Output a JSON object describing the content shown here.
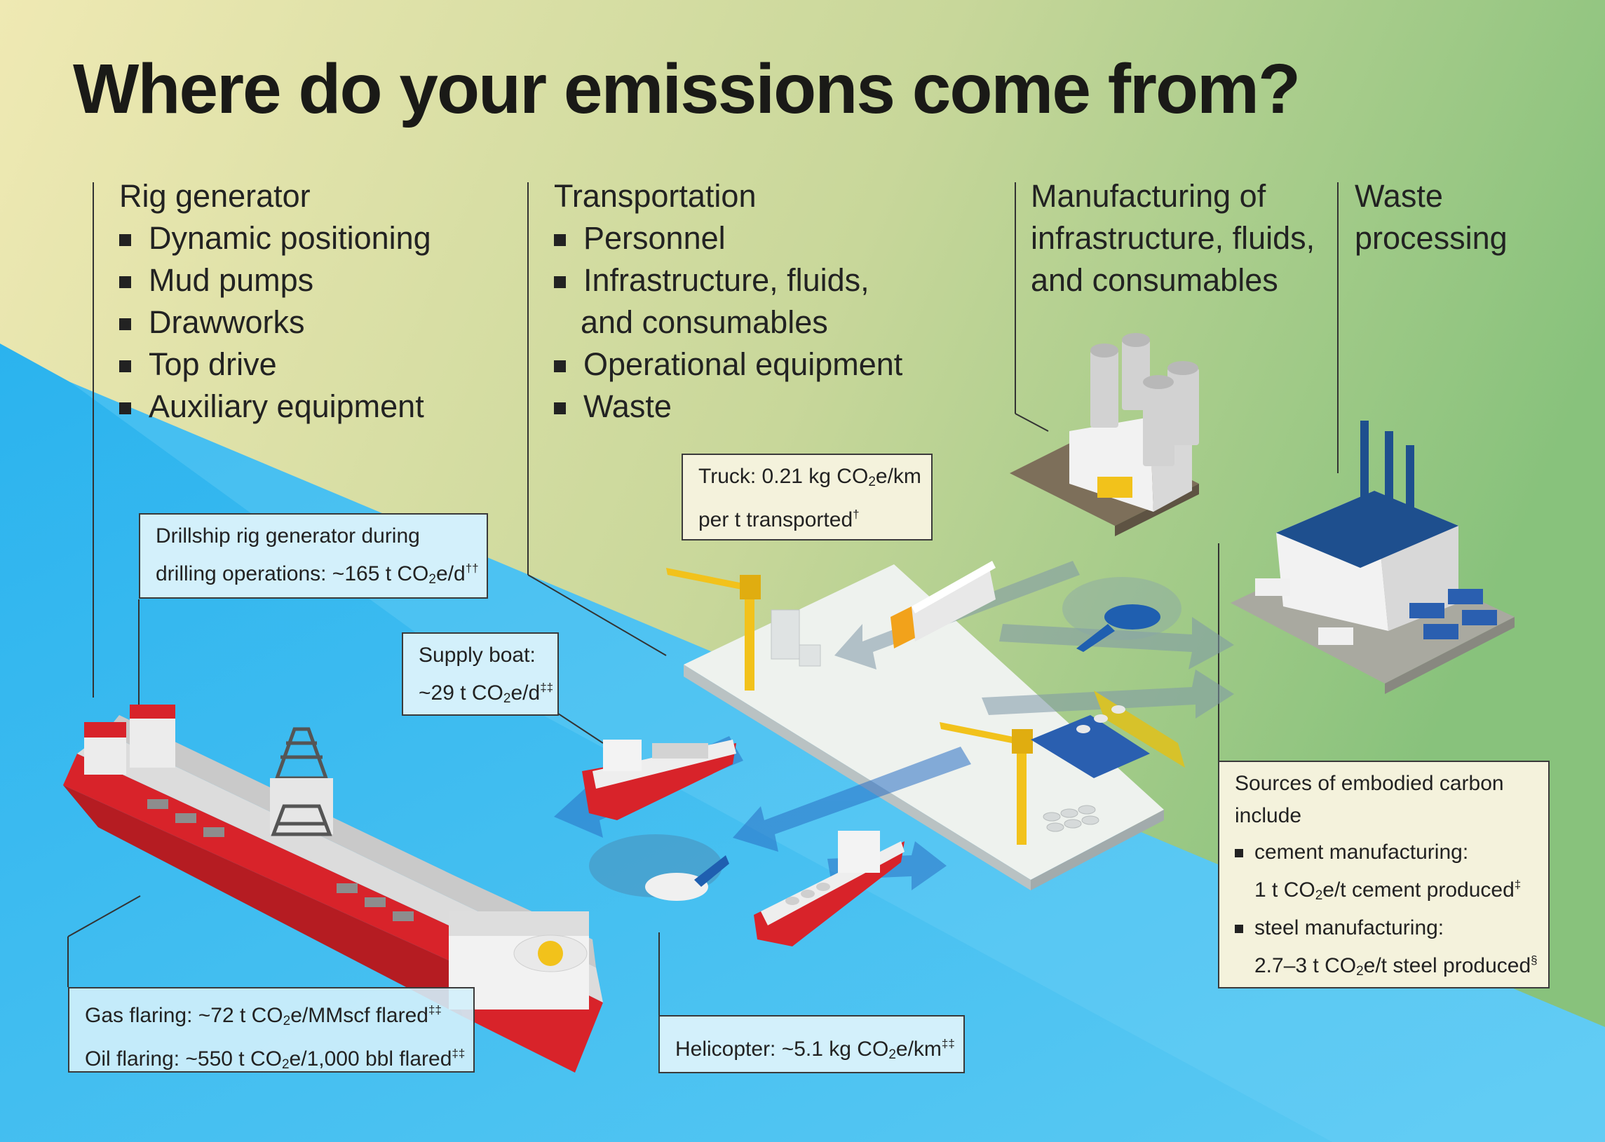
{
  "title": "Where do your emissions come from?",
  "colors": {
    "sea": "#29b6ee",
    "land_light": "#ede9b0",
    "land_green": "#8dc47f",
    "callout_blue": "#d3f0fb",
    "callout_cream": "#f4f2dc",
    "ship_red": "#d8232a",
    "helicopter_blue": "#1f5fb0",
    "crane_yellow": "#f2c21b"
  },
  "columns": {
    "rig": {
      "heading": "Rig generator",
      "items": [
        "Dynamic positioning",
        "Mud pumps",
        "Drawworks",
        "Top drive",
        "Auxiliary equipment"
      ]
    },
    "transport": {
      "heading": "Transportation",
      "items": [
        "Personnel",
        "Infrastructure, fluids,",
        "and consumables",
        "Operational equipment",
        "Waste"
      ]
    },
    "manufacturing": {
      "heading_lines": [
        "Manufacturing of",
        "infrastructure, fluids,",
        "and consumables"
      ]
    },
    "waste": {
      "heading_lines": [
        "Waste",
        "processing"
      ]
    }
  },
  "callouts": {
    "truck": {
      "l1": "Truck: 0.21 kg CO",
      "l1_sub": "2",
      "l1_end": "e/km",
      "l2": "per t transported",
      "l2_sup": "†"
    },
    "drillship": {
      "l1": "Drillship rig generator during",
      "l2": "drilling operations: ~165 t CO",
      "l2_sub": "2",
      "l2_end": "e/d",
      "l2_sup": "††"
    },
    "supply": {
      "l1": "Supply boat:",
      "l2": "~29 t CO",
      "l2_sub": "2",
      "l2_end": "e/d",
      "l2_sup": "‡‡"
    },
    "flaring": {
      "l1": "Gas flaring: ~72 t CO",
      "l1_sub": "2",
      "l1_end": "e/MMscf flared",
      "l1_sup": "‡‡",
      "l2": "Oil flaring: ~550 t CO",
      "l2_sub": "2",
      "l2_end": "e/1,000 bbl flared",
      "l2_sup": "‡‡"
    },
    "helicopter": {
      "l1": "Helicopter: ~5.1 kg CO",
      "l1_sub": "2",
      "l1_end": "e/km",
      "l1_sup": "‡‡"
    },
    "embodied": {
      "l1": "Sources of embodied carbon",
      "l2": "include",
      "cement_a": "cement manufacturing:",
      "cement_b": "1 t CO",
      "cement_sub": "2",
      "cement_end": "e/t cement produced",
      "cement_sup": "‡",
      "steel_a": "steel manufacturing:",
      "steel_b": "2.7–3 t CO",
      "steel_sub": "2",
      "steel_end": "e/t steel produced",
      "steel_sup": "§"
    }
  }
}
